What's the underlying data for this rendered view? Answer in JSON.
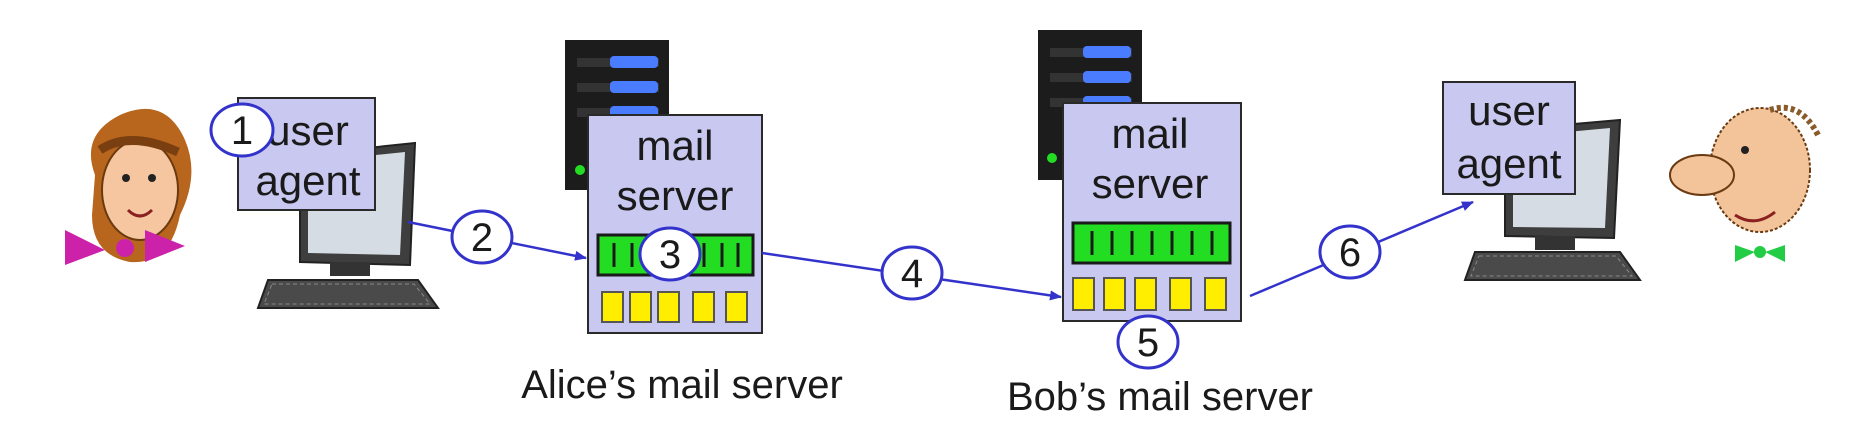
{
  "colors": {
    "box_fill": "#c8c8f0",
    "box_stroke": "#2a2a2a",
    "queue_green": "#22dd22",
    "slot_yellow": "#ffee00",
    "arrow": "#3333cc",
    "step_circle_fill": "#ffffff",
    "step_circle_stroke": "#3333cc",
    "server_black": "#1c1c1c",
    "server_led": "#4a7cff"
  },
  "alice_user_agent": {
    "line1": "user",
    "line2": "agent",
    "icon": "desktop-computer-icon"
  },
  "alice_mail_server": {
    "line1": "mail",
    "line2": "server",
    "caption": "Alice’s mail server",
    "icon": "server-rack-icon"
  },
  "bob_mail_server": {
    "line1": "mail",
    "line2": "server",
    "caption": "Bob’s mail server",
    "icon": "server-rack-icon"
  },
  "bob_user_agent": {
    "line1": "user",
    "line2": "agent",
    "icon": "desktop-computer-icon"
  },
  "people": {
    "alice": "alice-cartoon-icon",
    "bob": "bob-cartoon-icon"
  },
  "steps": [
    "1",
    "2",
    "3",
    "4",
    "5",
    "6"
  ]
}
